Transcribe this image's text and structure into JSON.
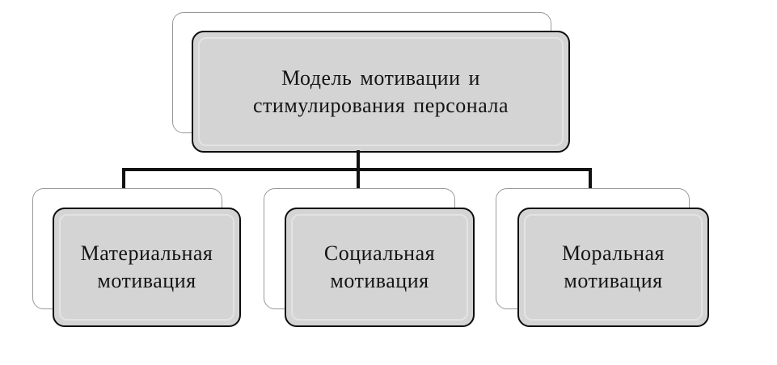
{
  "diagram": {
    "title": "Модель мотивации и стимулирования персонала",
    "root": {
      "label": "Модель мотивации и стимулирования персонала",
      "lines": [
        "Модель мотивации и",
        "стимулирования  персонала"
      ]
    },
    "children": [
      {
        "label": "Материальная мотивация",
        "lines": [
          "Материальная",
          "мотивация"
        ]
      },
      {
        "label": "Социальная мотивация",
        "lines": [
          "Социальная",
          "мотивация"
        ]
      },
      {
        "label": "Моральная мотивация",
        "lines": [
          "Моральная",
          "мотивация"
        ]
      }
    ],
    "colors": {
      "background": "#ffffff",
      "box_fill": "#d4d4d4",
      "box_border": "#0d0d0d",
      "bevel": "#e3e3e3",
      "shadow_fill": "#ffffff",
      "shadow_border": "#999999",
      "connector": "#111111",
      "text": "#141414"
    }
  }
}
